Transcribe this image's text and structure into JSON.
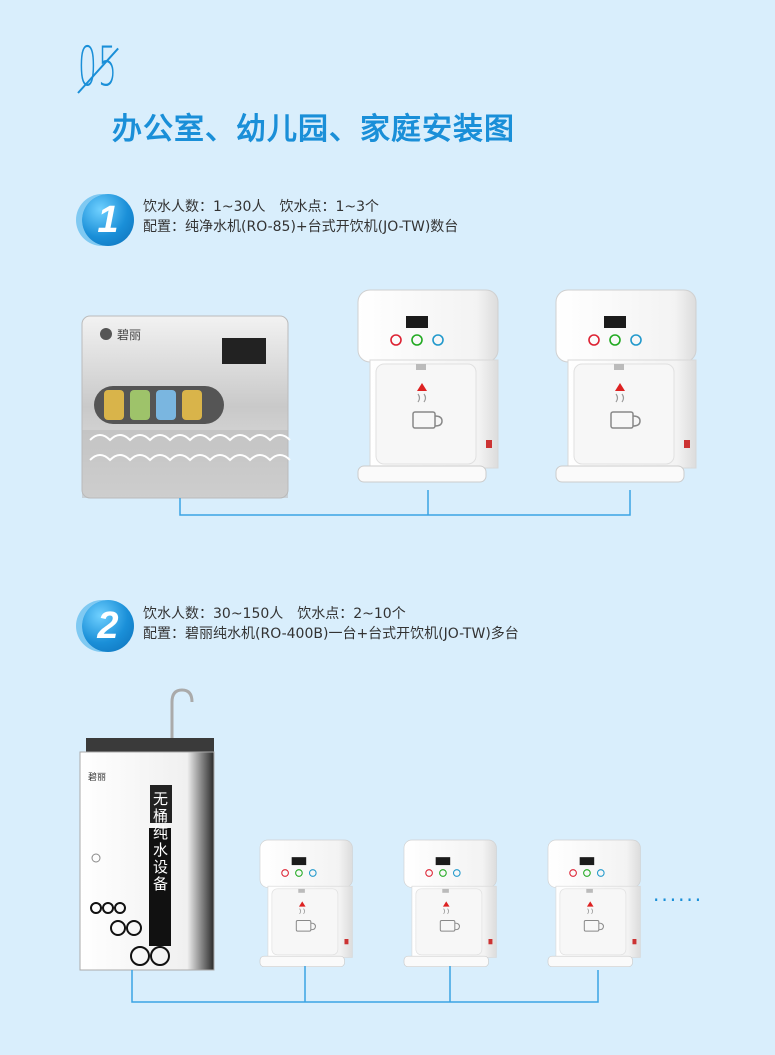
{
  "header": {
    "section_number": "05",
    "title": "办公室、幼儿园、家庭安装图"
  },
  "scenarios": [
    {
      "badge": "1",
      "line1": "饮水人数：1~30人　饮水点：1~3个",
      "line2": "配置：纯净水机(RO-85)+台式开饮机(JO-TW)数台"
    },
    {
      "badge": "2",
      "line1": "饮水人数：30~150人　饮水点：2~10个",
      "line2": "配置：碧丽纯水机(RO-400B)一台+台式开饮机(JO-TW)多台"
    }
  ],
  "purifier": {
    "brand": "碧丽"
  },
  "floor_unit": {
    "brand": "碧丽",
    "vertical_label": "无桶纯水设备"
  },
  "more_indicator": "......",
  "colors": {
    "background": "#d9eefc",
    "accent": "#1a8fd8",
    "pipe": "#3aa3e3"
  }
}
